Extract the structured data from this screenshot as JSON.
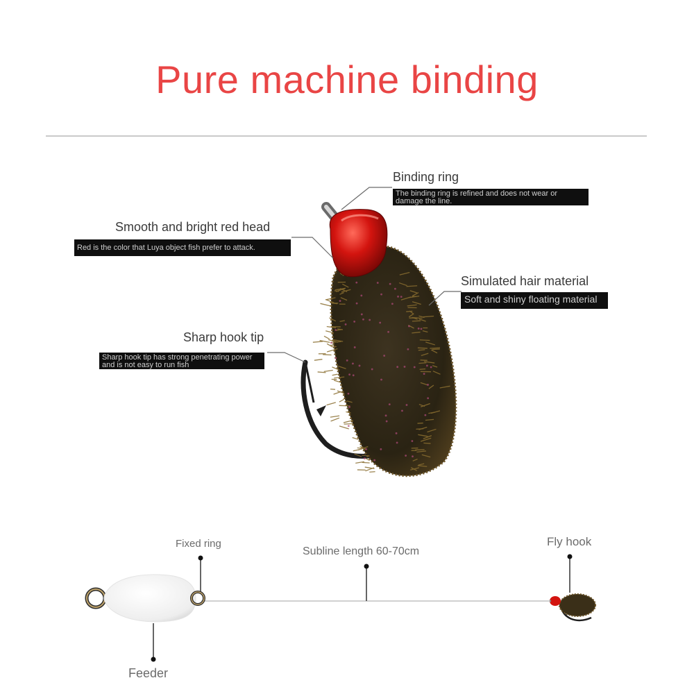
{
  "title": "Pure machine binding",
  "callouts": {
    "binding_ring": {
      "label": "Binding ring",
      "description": "The binding ring is refined and does not wear or damage the line."
    },
    "red_head": {
      "label": "Smooth and bright red head",
      "description": "Red is the color that Luya object fish prefer to attack."
    },
    "hair_material": {
      "label": "Simulated hair material",
      "description": "Soft and shiny floating material"
    },
    "hook_tip": {
      "label": "Sharp hook tip",
      "description": "Sharp hook tip has strong penetrating power and is not easy to run fish"
    }
  },
  "rig": {
    "fixed_ring": "Fixed ring",
    "subline": "Subline length 60-70cm",
    "fly_hook": "Fly hook",
    "feeder": "Feeder"
  },
  "colors": {
    "title": "#e94545",
    "red_head": "#c8120e",
    "body_hair": "#3a2f18",
    "callout_box": "#0f0f0f"
  }
}
